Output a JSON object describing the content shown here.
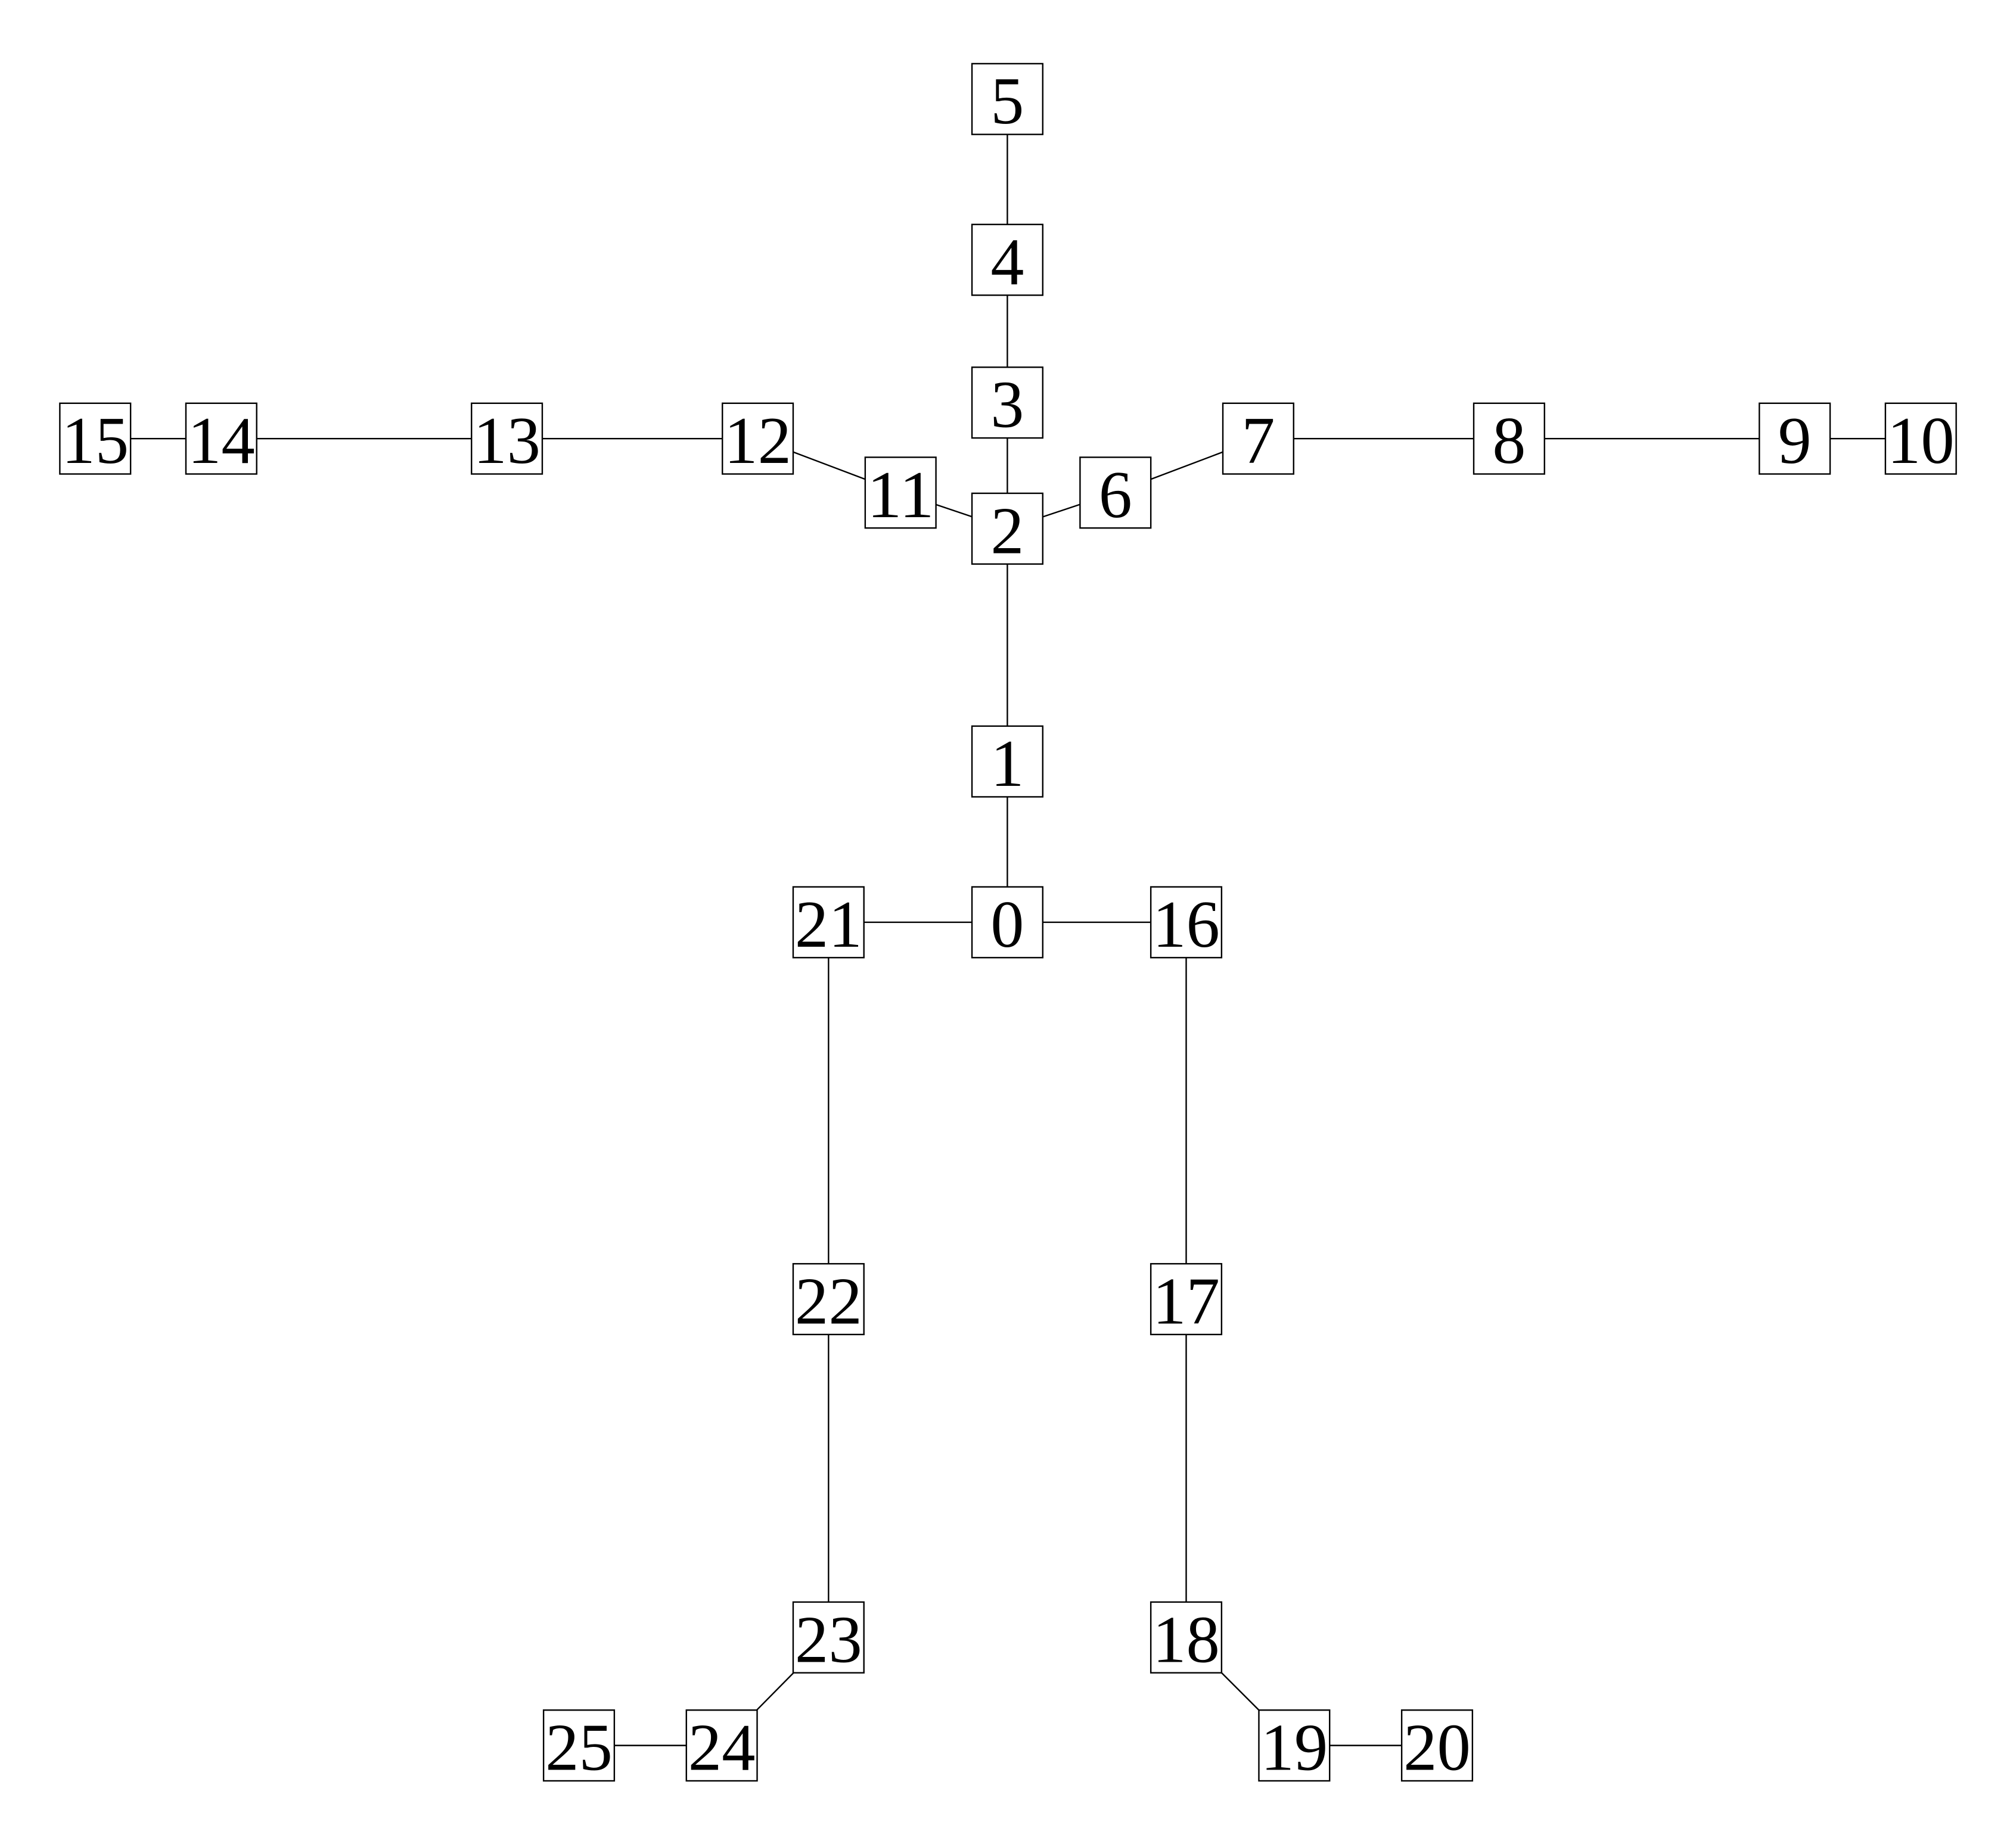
{
  "diagram": {
    "colors": {
      "background": "#ffffff",
      "stroke": "#000000",
      "text": "#000000"
    },
    "nodes": [
      {
        "id": "n0",
        "label": "0"
      },
      {
        "id": "n1",
        "label": "1"
      },
      {
        "id": "n2",
        "label": "2"
      },
      {
        "id": "n3",
        "label": "3"
      },
      {
        "id": "n4",
        "label": "4"
      },
      {
        "id": "n5",
        "label": "5"
      },
      {
        "id": "n6",
        "label": "6"
      },
      {
        "id": "n7",
        "label": "7"
      },
      {
        "id": "n8",
        "label": "8"
      },
      {
        "id": "n9",
        "label": "9"
      },
      {
        "id": "n10",
        "label": "10"
      },
      {
        "id": "n11",
        "label": "11"
      },
      {
        "id": "n12",
        "label": "12"
      },
      {
        "id": "n13",
        "label": "13"
      },
      {
        "id": "n14",
        "label": "14"
      },
      {
        "id": "n15",
        "label": "15"
      },
      {
        "id": "n16",
        "label": "16"
      },
      {
        "id": "n17",
        "label": "17"
      },
      {
        "id": "n18",
        "label": "18"
      },
      {
        "id": "n19",
        "label": "19"
      },
      {
        "id": "n20",
        "label": "20"
      },
      {
        "id": "n21",
        "label": "21"
      },
      {
        "id": "n22",
        "label": "22"
      },
      {
        "id": "n23",
        "label": "23"
      },
      {
        "id": "n24",
        "label": "24"
      },
      {
        "id": "n25",
        "label": "25"
      }
    ],
    "edges": [
      [
        "n0",
        "n1"
      ],
      [
        "n1",
        "n2"
      ],
      [
        "n2",
        "n3"
      ],
      [
        "n3",
        "n4"
      ],
      [
        "n4",
        "n5"
      ],
      [
        "n2",
        "n6"
      ],
      [
        "n6",
        "n7"
      ],
      [
        "n7",
        "n8"
      ],
      [
        "n8",
        "n9"
      ],
      [
        "n9",
        "n10"
      ],
      [
        "n2",
        "n11"
      ],
      [
        "n11",
        "n12"
      ],
      [
        "n12",
        "n13"
      ],
      [
        "n13",
        "n14"
      ],
      [
        "n14",
        "n15"
      ],
      [
        "n0",
        "n16"
      ],
      [
        "n16",
        "n17"
      ],
      [
        "n17",
        "n18"
      ],
      [
        "n18",
        "n19"
      ],
      [
        "n19",
        "n20"
      ],
      [
        "n0",
        "n21"
      ],
      [
        "n21",
        "n22"
      ],
      [
        "n22",
        "n23"
      ],
      [
        "n23",
        "n24"
      ],
      [
        "n24",
        "n25"
      ]
    ]
  }
}
